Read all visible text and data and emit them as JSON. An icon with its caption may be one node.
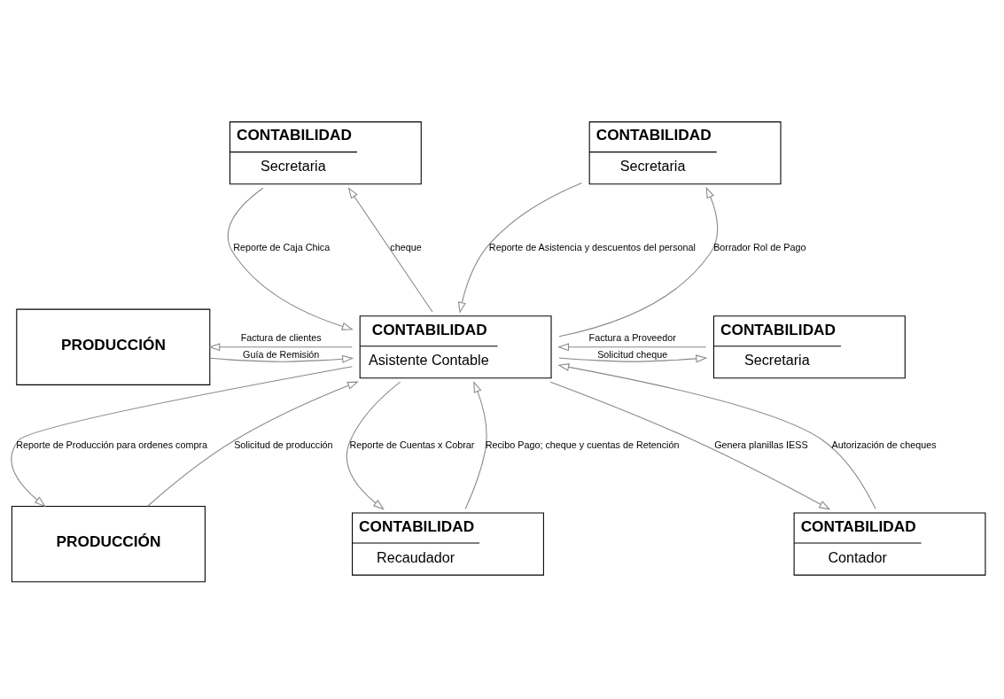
{
  "diagram": {
    "nodes": [
      {
        "text": [
          "CONTABILIDAD",
          "Secretaria"
        ]
      },
      {
        "text": [
          "CONTABILIDAD",
          "Secretaria"
        ]
      },
      {
        "text": [
          "PRODUCCIÓN"
        ]
      },
      {
        "text": [
          "CONTABILIDAD",
          "Asistente Contable"
        ]
      },
      {
        "text": [
          "CONTABILIDAD",
          "Secretaria"
        ]
      },
      {
        "text": [
          "PRODUCCIÓN"
        ]
      },
      {
        "text": [
          "CONTABILIDAD",
          "Recaudador"
        ]
      },
      {
        "text": [
          "CONTABILIDAD",
          "Contador"
        ]
      }
    ],
    "edges": [
      {
        "from": 0,
        "to": 3,
        "arrow": "to",
        "label": "Reporte de Caja Chica"
      },
      {
        "from": 3,
        "to": 0,
        "arrow": "to",
        "label": "cheque"
      },
      {
        "from": 3,
        "to": 1,
        "arrow": "to",
        "label": "Borrador Rol de Pago"
      },
      {
        "from": 1,
        "to": 3,
        "arrow": "to",
        "label": "Reporte de Asistencia y descuentos del personal"
      },
      {
        "from": 2,
        "to": 3,
        "arrow": "to",
        "label": "Guía de Remisión"
      },
      {
        "from": 3,
        "to": 2,
        "arrow": "to",
        "label": "Factura de clientes"
      },
      {
        "from": 4,
        "to": 3,
        "arrow": "to",
        "label": "Factura a Proveedor"
      },
      {
        "from": 3,
        "to": 4,
        "arrow": "to",
        "label": "Solicitud cheque"
      },
      {
        "from": 5,
        "to": 3,
        "arrow": "to",
        "label": "Solicitud de producción"
      },
      {
        "from": 3,
        "to": 5,
        "arrow": "to",
        "label": "Reporte de Producción para ordenes compra"
      },
      {
        "from": 3,
        "to": 6,
        "arrow": "to",
        "label": "Reporte de Cuentas x Cobrar"
      },
      {
        "from": 6,
        "to": 3,
        "arrow": "to",
        "label": "Recibo Pago; cheque y cuentas de Retención"
      },
      {
        "from": 3,
        "to": 7,
        "arrow": "to",
        "label": "Genera planillas IESS"
      },
      {
        "from": 7,
        "to": 3,
        "arrow": "to",
        "label": "Autorización de cheques"
      }
    ]
  }
}
